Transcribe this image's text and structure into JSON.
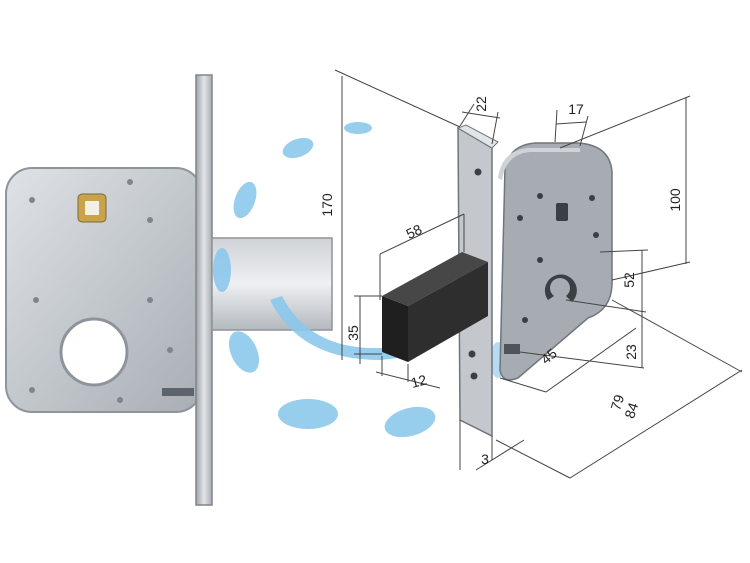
{
  "colors": {
    "metal_light": "#d4d8dc",
    "metal_mid": "#b7bcc2",
    "metal_dark": "#8e949b",
    "bolt_black": "#262626",
    "drop_blue": "#8cc8ec",
    "line": "#444444"
  },
  "dimensions": {
    "height_total": "170",
    "faceplate_width": "22",
    "bolt_throw": "58",
    "bolt_height": "35",
    "bolt_thickness": "12",
    "faceplate_thickness": "3",
    "case_depth": "17",
    "case_height": "100",
    "follower_offset": "52",
    "backset": "45",
    "follower_bottom": "23",
    "case_length_a": "79",
    "case_length_b": "84"
  }
}
